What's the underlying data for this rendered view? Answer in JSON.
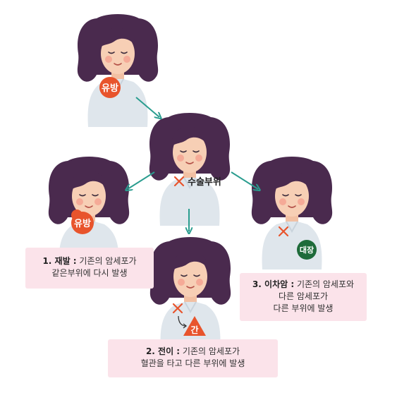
{
  "nodes": {
    "original": {
      "badge": "유방"
    },
    "surgery": {
      "label": "수술부위"
    },
    "recurrence": {
      "badge": "유방"
    },
    "metastasis": {
      "badge": "간"
    },
    "second_primary": {
      "badge": "대장"
    }
  },
  "captions": {
    "recurrence": {
      "title": "1. 재발 :",
      "line1": " 기존의 암세포가",
      "line2": "같은부위에 다시 발생"
    },
    "metastasis": {
      "title": "2. 전이 :",
      "line1": " 기존의 암세포가",
      "line2": "혈관을 타고 다른 부위에 발생"
    },
    "second_primary": {
      "title": "3. 이차암 :",
      "line1": " 기존의 암세포와",
      "line2": "다른 암세포가",
      "line3": "다른 부위에 발생"
    }
  },
  "colors": {
    "arrow": "#2a9d8f",
    "mark": "#e8542c",
    "breast_badge": "#e8542c",
    "colon_badge": "#1e6b3a",
    "caption_bg": "#fbe3ea",
    "hair": "#4a2a4e",
    "skin": "#f7cfb5",
    "shirt": "#dfe6ec"
  }
}
